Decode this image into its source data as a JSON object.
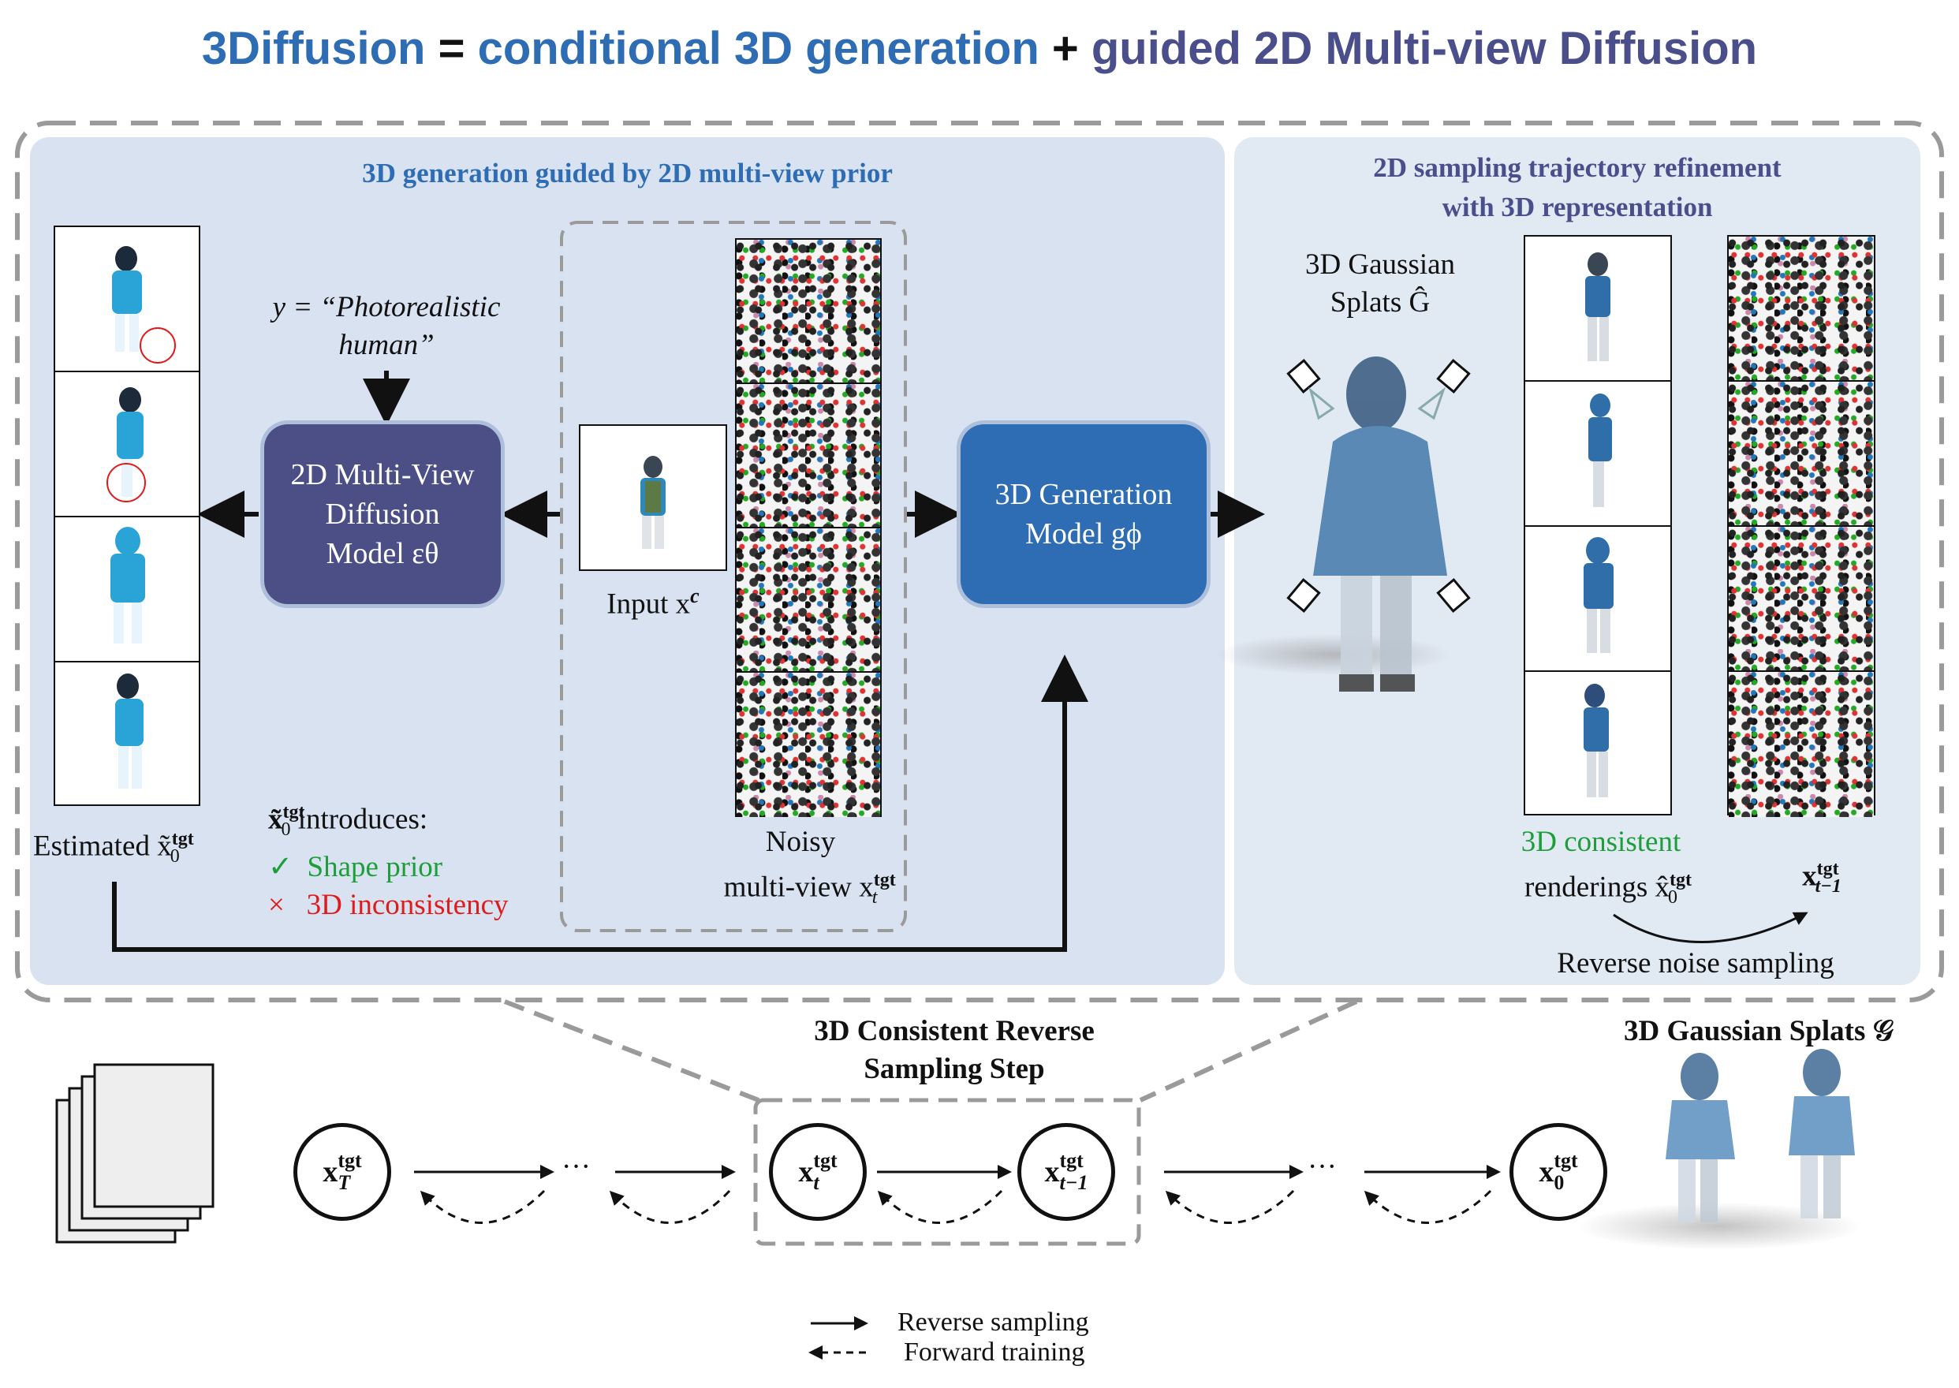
{
  "title": {
    "part1": "3Diffusion",
    "eq": " = ",
    "part2": "conditional 3D generation",
    "plus": " + ",
    "part3": "guided 2D Multi-view Diffusion"
  },
  "left_panel": {
    "header": "3D generation guided by 2D multi-view prior",
    "prompt_line1": "y = “Photorealistic",
    "prompt_line2": "human”",
    "mv_model_line1": "2D Multi-View",
    "mv_model_line2": "Diffusion",
    "mv_model_line3": "Model εθ",
    "input_label": "Input x",
    "input_sup": "c",
    "gen_model_line1": "3D Generation",
    "gen_model_line2": "Model gϕ",
    "noisy_line1": "Noisy",
    "noisy_line2": "multi-view x",
    "noisy_sup": "tgt",
    "noisy_sub": "t",
    "estimated_label": "Estimated x̃",
    "estimated_sup": "tgt",
    "estimated_sub": "0",
    "intro_head": "x̃",
    "intro_sup": "tgt",
    "intro_sub": "0",
    "intro_text": " introduces:",
    "check_mark": "✓",
    "shape_prior": "Shape prior",
    "cross_mark": "×",
    "inconsistency": "3D inconsistency"
  },
  "right_panel": {
    "header_line1": "2D sampling trajectory refinement",
    "header_line2": "with 3D representation",
    "splats_line1": "3D Gaussian",
    "splats_line2": "Splats Ĝ",
    "consistent_label": "3D consistent",
    "renderings_label": "renderings x̂",
    "renderings_sup": "tgt",
    "renderings_sub": "0",
    "xt1_label": "x",
    "xt1_sup": "tgt",
    "xt1_sub": "t−1",
    "reverse_noise": "Reverse noise sampling"
  },
  "bottom": {
    "step_line1": "3D Consistent Reverse",
    "step_line2": "Sampling Step",
    "splats_title": "3D Gaussian Splats 𝒢",
    "nodes": [
      {
        "base": "x",
        "sup": "tgt",
        "sub": "T"
      },
      {
        "base": "x",
        "sup": "tgt",
        "sub": "t"
      },
      {
        "base": "x",
        "sup": "tgt",
        "sub": "t−1"
      },
      {
        "base": "x",
        "sup": "tgt",
        "sub": "0"
      }
    ],
    "ellipsis": "···",
    "legend_reverse": "Reverse sampling",
    "legend_forward": "Forward training"
  },
  "colors": {
    "blue": "#2e6db4",
    "purple": "#4a4f8c",
    "green": "#1e9e3a",
    "red": "#e01b1b",
    "panel_left": "#d9e2f1",
    "panel_right": "#e1e9f3"
  }
}
